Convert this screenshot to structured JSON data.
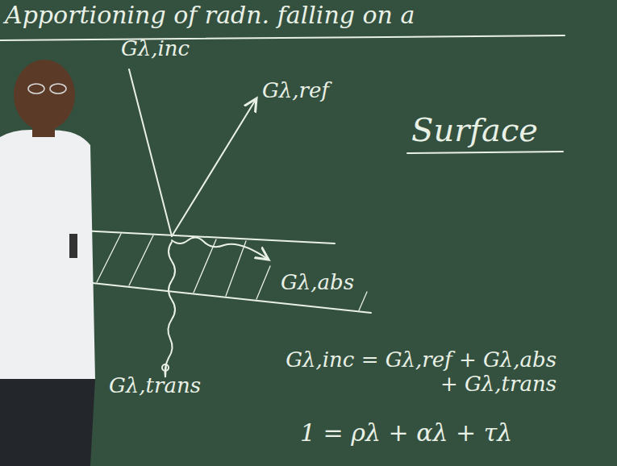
{
  "diagram": {
    "title": "Apportioning of radn. falling on a",
    "labels": [
      "Gλ,inc",
      "Gλ,ref",
      "Surface",
      "Gλ,abs",
      "Gλ,trans",
      "Gλ,inc = Gλ,ref + Gλ,abs + Gλ,trans",
      "1 = ρλ + αλ + τλ"
    ]
  }
}
